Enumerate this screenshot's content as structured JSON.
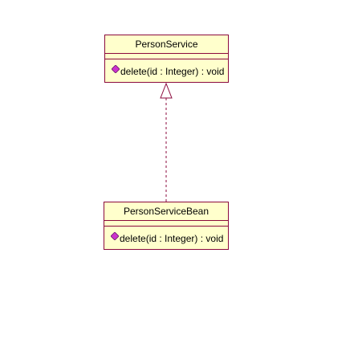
{
  "diagram": {
    "interface_class": {
      "name": "PersonService",
      "operation": "delete(id : Integer) : void",
      "operation_icon": "public-operation-icon"
    },
    "implementing_class": {
      "name": "PersonServiceBean",
      "operation": "delete(id : Integer) : void",
      "operation_icon": "public-operation-icon"
    },
    "relationship": {
      "type": "realization",
      "from": "PersonServiceBean",
      "to": "PersonService"
    },
    "colors": {
      "class_fill": "#ffffcc",
      "class_border": "#8b0a3c",
      "connector": "#8b0a3c",
      "operation_icon": "#cc33cc"
    }
  }
}
